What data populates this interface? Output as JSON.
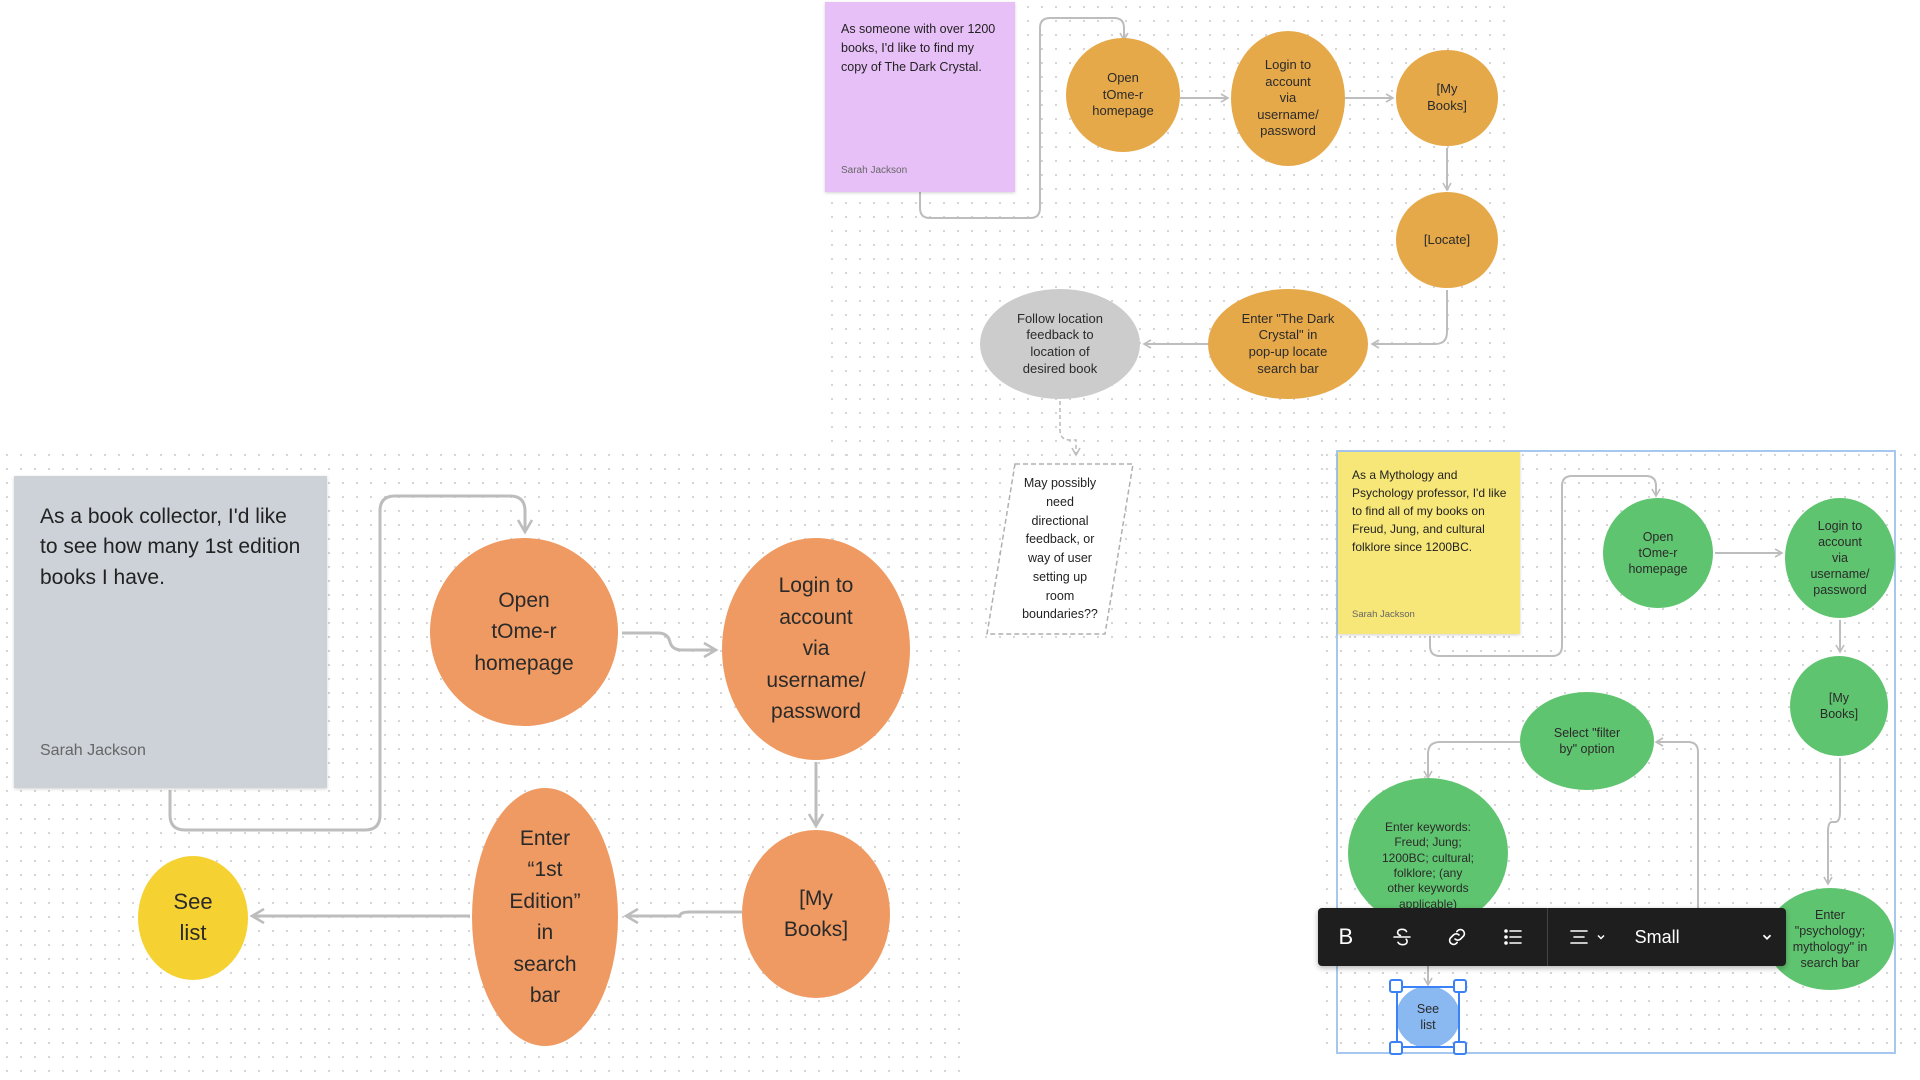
{
  "colors": {
    "orange": "#ef9a62",
    "amber": "#e6a94a",
    "green": "#5fc46f",
    "gray": "#cccccc",
    "yellow": "#f5d232",
    "blue": "#8ab8f0",
    "selection": "#3b82f6"
  },
  "flow1": {
    "note": {
      "text": "As someone with over 1200 books, I'd like to find my copy of The Dark Crystal.",
      "author": "Sarah Jackson"
    },
    "open": "Open\ntOme-r\nhomepage",
    "login": "Login to\naccount\nvia\nusername/\npassword",
    "mybooks": "[My\nBooks]",
    "locate": "[Locate]",
    "enter": "Enter \"The Dark\nCrystal\" in\npop-up locate\nsearch bar",
    "follow": "Follow location\nfeedback to\nlocation of\ndesired book",
    "maybe": "May possibly\nneed\ndirectional\nfeedback, or\nway of user\nsetting up\nroom\nboundaries??"
  },
  "flow2": {
    "note": {
      "text": "As a book collector, I'd like to see how many 1st edition books I have.",
      "author": "Sarah Jackson"
    },
    "open": "Open\ntOme-r\nhomepage",
    "login": "Login to\naccount\nvia\nusername/\npassword",
    "mybooks": "[My\nBooks]",
    "enter": "Enter\n“1st\nEdition”\nin\nsearch\nbar",
    "see": "See\nlist"
  },
  "flow3": {
    "note": {
      "text": "As a Mythology and Psychology professor, I'd like to find all of my books on Freud, Jung, and cultural folklore since 1200BC.",
      "author": "Sarah Jackson"
    },
    "open": "Open\ntOme-r\nhomepage",
    "login": "Login to\naccount\nvia\nusername/\npassword",
    "mybooks": "[My\nBooks]",
    "enter": "Enter\n\"psychology;\nmythology\" in\nsearch bar",
    "filter": "Select \"filter\nby\" option",
    "keywords": "Enter keywords:\nFreud; Jung;\n1200BC; cultural;\nfolklore; (any\nother keywords\napplicable)",
    "see": "See\nlist"
  },
  "toolbar": {
    "bold": "B",
    "size": "Small",
    "icons": [
      "strikethrough-icon",
      "link-icon",
      "bulleted-list-icon",
      "align-icon",
      "chevron-down-icon"
    ]
  }
}
